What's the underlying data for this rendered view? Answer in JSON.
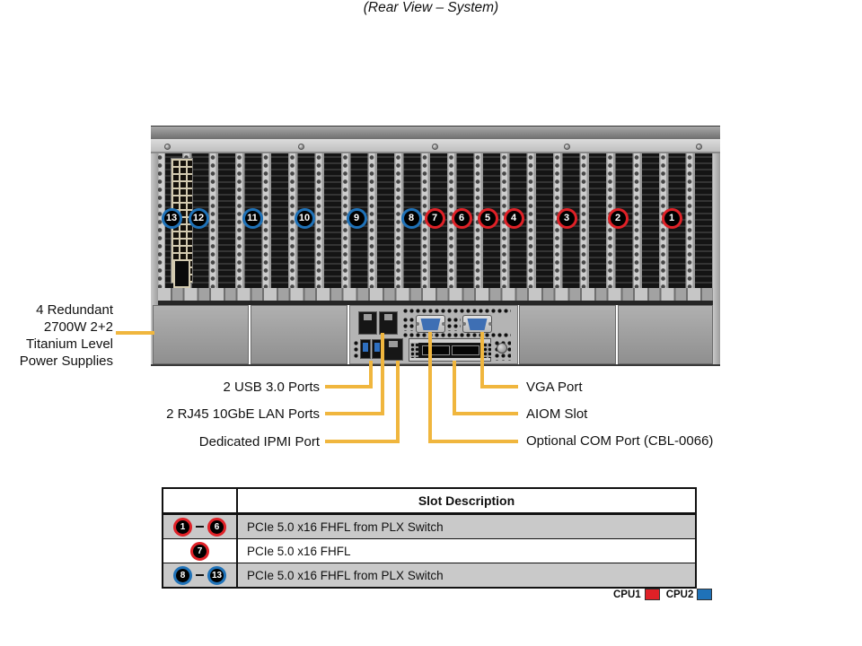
{
  "title": "(Rear View – System)",
  "psu_callout": {
    "lines": [
      "4 Redundant",
      "2700W 2+2",
      "Titanium Level",
      "Power Supplies"
    ]
  },
  "port_callouts": {
    "left": [
      "2 USB 3.0 Ports",
      "2 RJ45 10GbE LAN Ports",
      "Dedicated IPMI Port"
    ],
    "right": [
      "VGA Port",
      "AIOM Slot",
      "Optional COM Port (CBL-0066)"
    ]
  },
  "slot_badges": [
    {
      "num": "13",
      "cpu": "CPU2"
    },
    {
      "num": "12",
      "cpu": "CPU2"
    },
    {
      "num": "11",
      "cpu": "CPU2"
    },
    {
      "num": "10",
      "cpu": "CPU2"
    },
    {
      "num": "9",
      "cpu": "CPU2"
    },
    {
      "num": "8",
      "cpu": "CPU2"
    },
    {
      "num": "7",
      "cpu": "CPU1"
    },
    {
      "num": "6",
      "cpu": "CPU1"
    },
    {
      "num": "5",
      "cpu": "CPU1"
    },
    {
      "num": "4",
      "cpu": "CPU1"
    },
    {
      "num": "3",
      "cpu": "CPU1"
    },
    {
      "num": "2",
      "cpu": "CPU1"
    },
    {
      "num": "1",
      "cpu": "CPU1"
    }
  ],
  "slot_table": {
    "header": "Slot Description",
    "rows": [
      {
        "slots": [
          "1",
          "6"
        ],
        "cpu": "CPU1",
        "description": "PCIe 5.0 x16 FHFL from PLX Switch",
        "shaded": true
      },
      {
        "slots": [
          "7"
        ],
        "cpu": "CPU1",
        "description": "PCIe 5.0 x16 FHFL",
        "shaded": false
      },
      {
        "slots": [
          "8",
          "13"
        ],
        "cpu": "CPU2",
        "description": "PCIe 5.0 x16 FHFL from PLX Switch",
        "shaded": true
      }
    ]
  },
  "legend": [
    {
      "label": "CPU1",
      "color": "#DF2127"
    },
    {
      "label": "CPU2",
      "color": "#1F72B8"
    }
  ],
  "colors": {
    "cpu1_ring": "#DF2127",
    "cpu2_ring": "#1F72B8",
    "callout_line": "#F0B63E",
    "table_shade": "#C9C9C9"
  }
}
